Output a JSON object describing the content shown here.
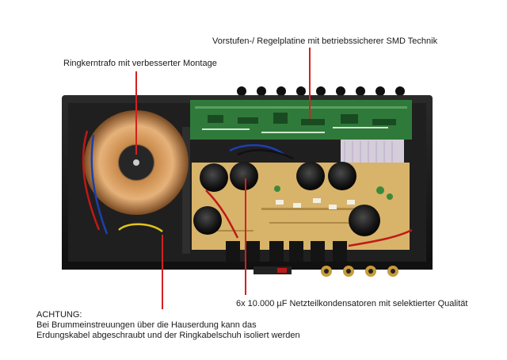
{
  "callouts": {
    "transformer": "Ringkerntrafo mit verbesserter Montage",
    "smd_board": "Vorstufen-/ Regelplatine mit betriebssicherer SMD Technik",
    "capacitors": "6x 10.000 µF Netzteilkondensatoren mit selektierter Qualität",
    "warning_title": "ACHTUNG:",
    "warning_line1": "Bei Brummeinstreuungen über die Hauserdung kann das",
    "warning_line2": "Erdungskabel abgeschraubt und der Ringkabelschuh isoliert werden"
  },
  "colors": {
    "pointer": "#d42020",
    "chassis": "#1c1c1c",
    "main_pcb": "#d8b36a",
    "smd_pcb": "#2f7a3a"
  }
}
